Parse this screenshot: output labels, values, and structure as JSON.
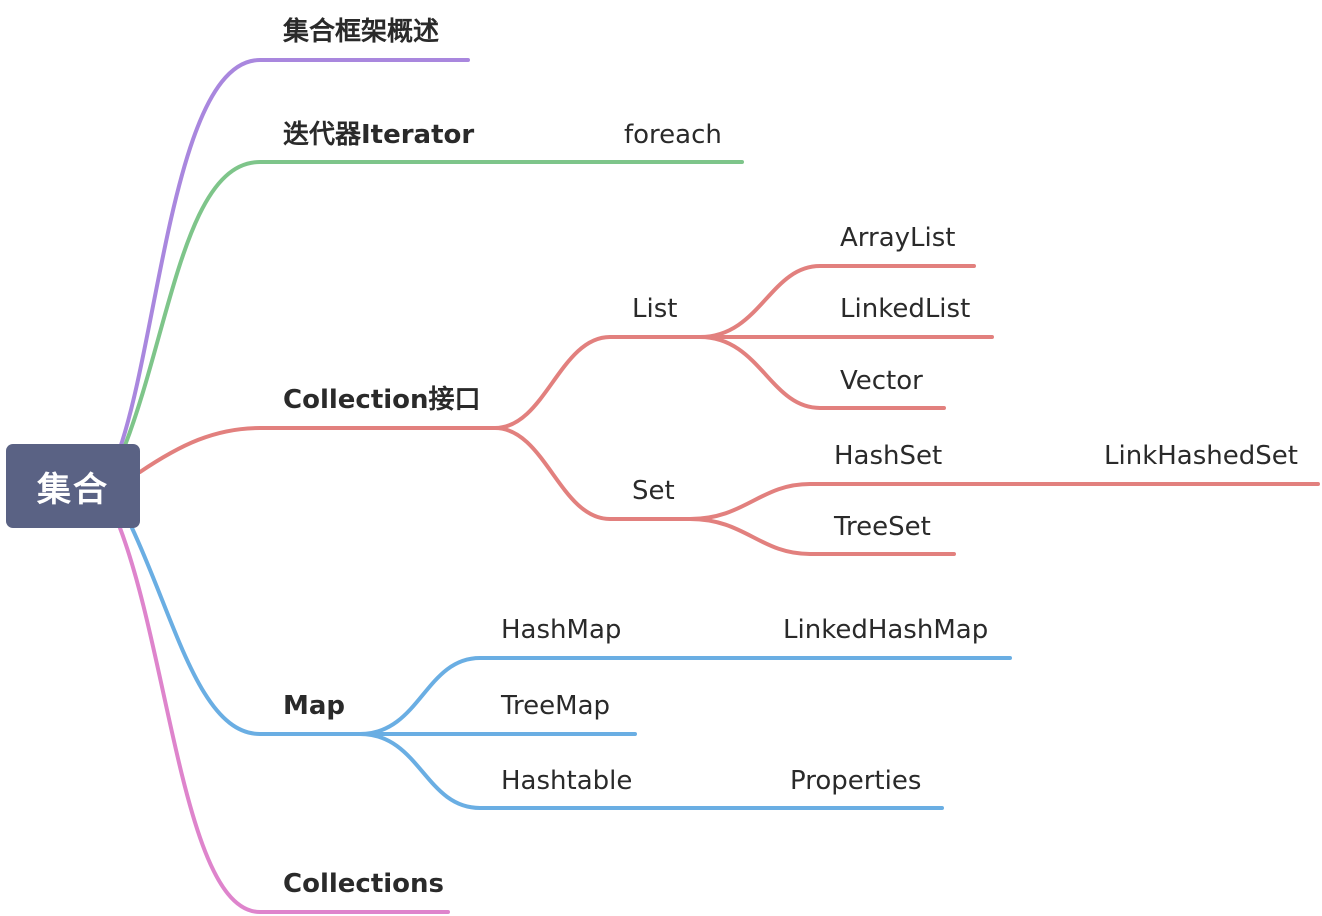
{
  "root": {
    "label": "集合",
    "color": "#5a6284"
  },
  "branches": {
    "overview": {
      "label": "集合框架概述",
      "color": "#a987de"
    },
    "iterator": {
      "label": "迭代器Iterator",
      "color": "#7ec58a",
      "children": {
        "foreach": "foreach"
      }
    },
    "collection": {
      "label": "Collection接口",
      "color": "#e2807e",
      "children": {
        "list": {
          "label": "List",
          "children": {
            "arraylist": "ArrayList",
            "linkedlist": "LinkedList",
            "vector": "Vector"
          }
        },
        "set": {
          "label": "Set",
          "children": {
            "hashset": {
              "label": "HashSet",
              "children": {
                "linkhashedset": "LinkHashedSet"
              }
            },
            "treeset": "TreeSet"
          }
        }
      }
    },
    "map": {
      "label": "Map",
      "color": "#6aaee3",
      "children": {
        "hashmap": {
          "label": "HashMap",
          "children": {
            "linkedhashmap": "LinkedHashMap"
          }
        },
        "treemap": "TreeMap",
        "hashtable": {
          "label": "Hashtable",
          "children": {
            "properties": "Properties"
          }
        }
      }
    },
    "collections": {
      "label": "Collections",
      "color": "#de84cc"
    }
  }
}
